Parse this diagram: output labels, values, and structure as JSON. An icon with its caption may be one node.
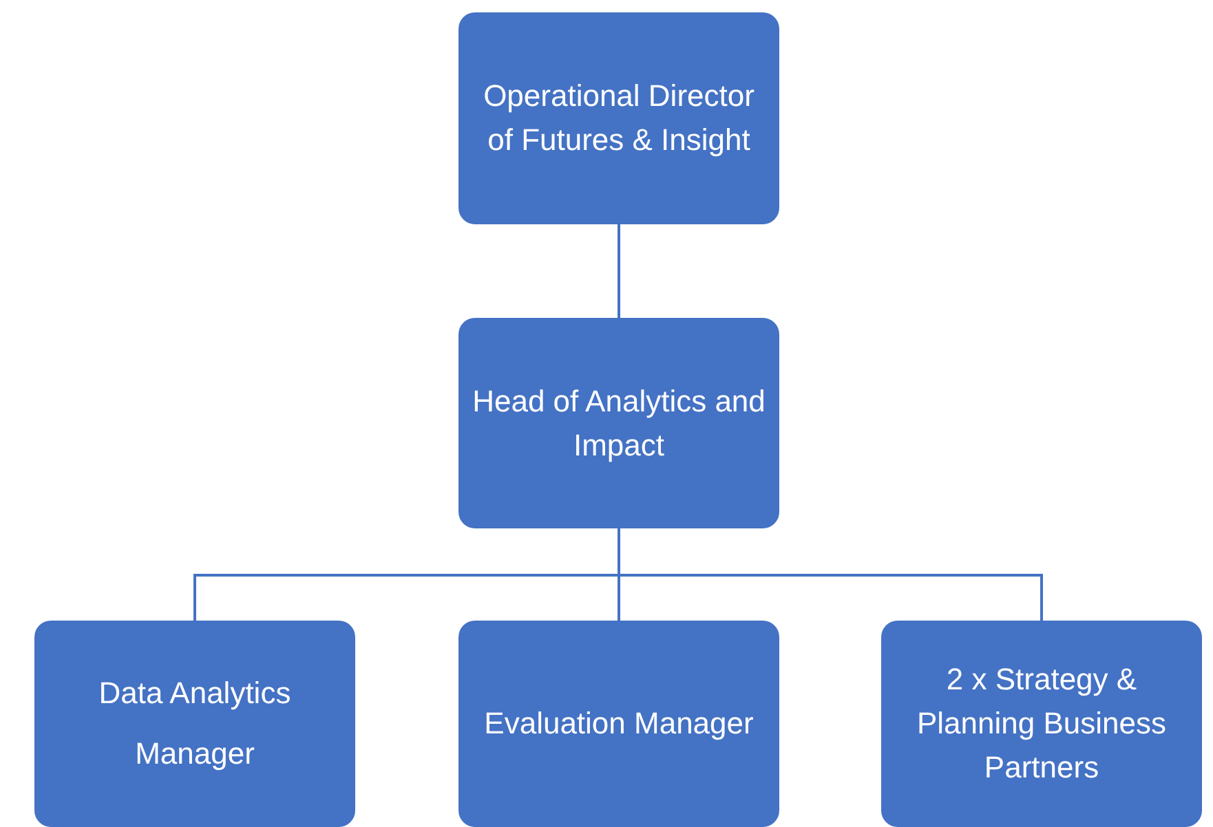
{
  "diagram": {
    "nodes": [
      {
        "text": [
          "Operational Director of Futures & Insight"
        ]
      },
      {
        "text": [
          "Head of Analytics and Impact"
        ]
      },
      {
        "text": [
          "Data Analytics Manager"
        ]
      },
      {
        "text": [
          "Evaluation Manager"
        ]
      },
      {
        "text": [
          "2 x Strategy & Planning Business Partners"
        ]
      }
    ],
    "edges": [
      {
        "from": 0,
        "to": 1,
        "arrow": "none"
      },
      {
        "from": 1,
        "to": 2,
        "arrow": "none"
      },
      {
        "from": 1,
        "to": 3,
        "arrow": "none"
      },
      {
        "from": 1,
        "to": 4,
        "arrow": "none"
      }
    ]
  }
}
